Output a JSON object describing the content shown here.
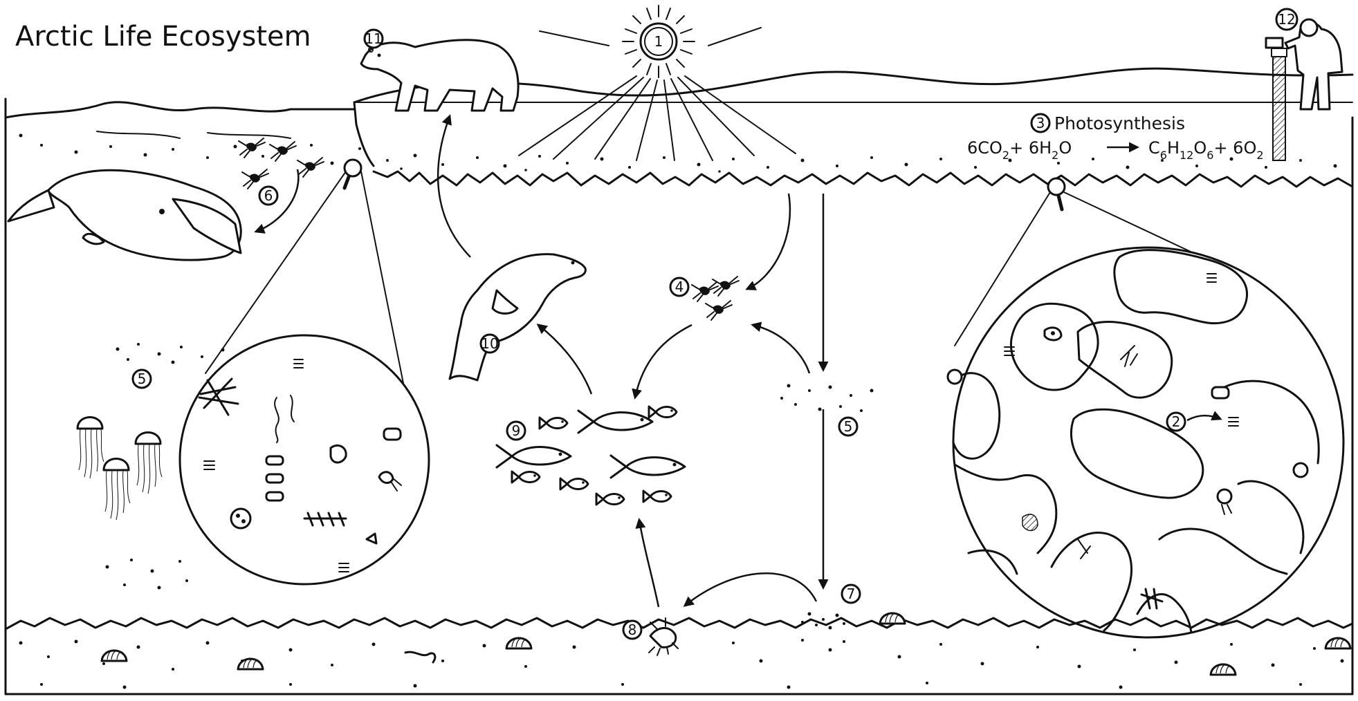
{
  "title": "Arctic Life Ecosystem",
  "photosynthesis": {
    "number": "3",
    "label": "Photosynthesis",
    "equation": {
      "r1": "6CO",
      "r1sub": "2",
      "plus1": "+ 6H",
      "r2sub": "2",
      "r2end": "O",
      "p1": "C",
      "p1a": "6",
      "p1b": "H",
      "p1c": "12",
      "p1d": "O",
      "p1e": "6",
      "plus2": "+ 6O",
      "p2sub": "2"
    }
  },
  "markers": {
    "sun": "1",
    "ice_algae": "2",
    "zooplankton": "4",
    "detritus_left": "5",
    "detritus_right": "5",
    "krill": "6",
    "sinking": "7",
    "benthos": "8",
    "fish": "9",
    "seal": "10",
    "bear": "11",
    "researcher": "12"
  }
}
